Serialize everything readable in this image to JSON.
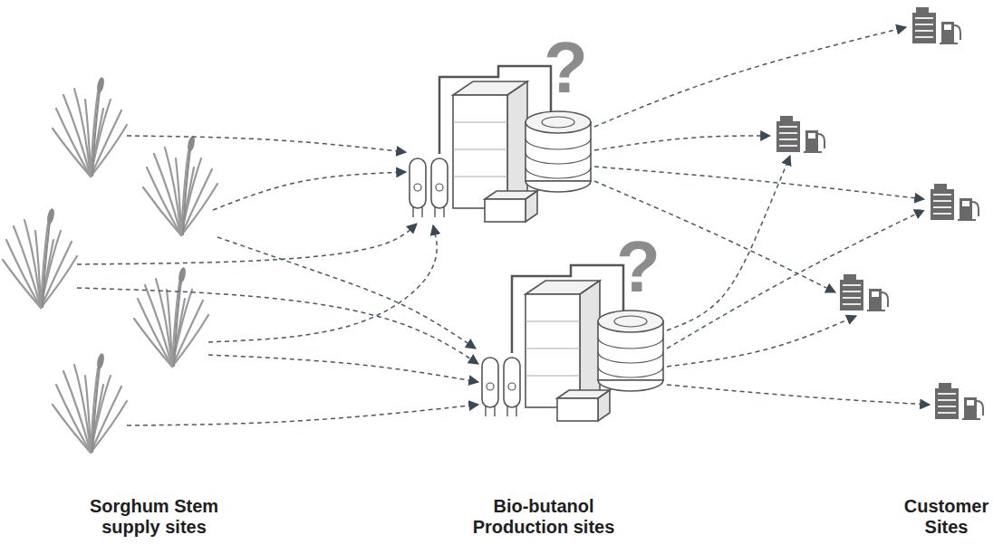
{
  "diagram": {
    "nodes": [
      {
        "text": [
          "?"
        ]
      },
      {
        "text": [
          "?"
        ]
      }
    ],
    "labels": [
      "Sorghum Stem supply sites",
      "Bio-butanol Production sites",
      "Customer Sites"
    ]
  }
}
